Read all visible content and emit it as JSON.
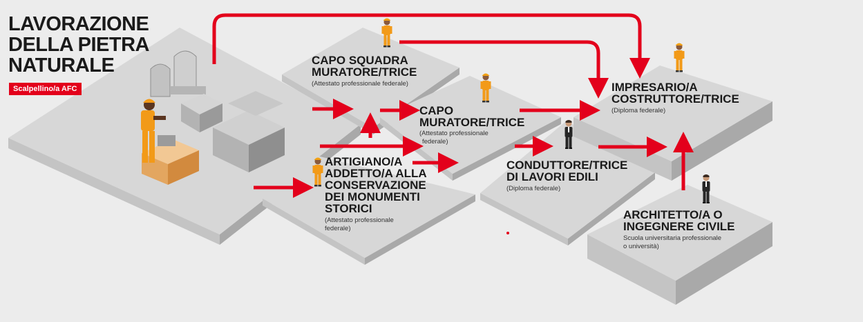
{
  "header": {
    "title_lines": [
      "LAVORAZIONE",
      "DELLA PIETRA",
      "NATURALE"
    ],
    "badge": "Scalpellino/a AFC"
  },
  "colors": {
    "accent": "#e3001b",
    "platform_top": "#d7d7d7",
    "platform_side": "#a9a9a9",
    "platform_front": "#c4c4c4",
    "background": "#ececec"
  },
  "careers": {
    "capo_squadra": {
      "title_lines": [
        "CAPO SQUADRA",
        "MURATORE/TRICE"
      ],
      "subtitle_lines": [
        "(Attestato professionale federale)"
      ]
    },
    "capo_muratore": {
      "title_lines": [
        "CAPO",
        "MURATORE/TRICE"
      ],
      "subtitle_lines": [
        "(Attestato professionale",
        "federale)"
      ]
    },
    "artigiano": {
      "title_lines": [
        "ARTIGIANO/A",
        "ADDETTO/A ALLA",
        "CONSERVAZIONE",
        "DEI MONUMENTI",
        "STORICI"
      ],
      "subtitle_lines": [
        "(Attestato professionale",
        "federale)"
      ]
    },
    "conduttore": {
      "title_lines": [
        "CONDUTTORE/TRICE",
        "DI LAVORI EDILI"
      ],
      "subtitle_lines": [
        "(Diploma federale)"
      ]
    },
    "impresario": {
      "title_lines": [
        "IMPRESARIO/A",
        "COSTRUTTORE/TRICE"
      ],
      "subtitle_lines": [
        "(Diploma federale)"
      ]
    },
    "architetto": {
      "title_lines": [
        "ARCHITETTO/A O",
        "INGEGNERE CIVILE"
      ],
      "subtitle_lines": [
        "Scuola universitaria professionale",
        "o università)"
      ]
    }
  },
  "icons": {
    "stonemason": "stonemason-worker-icon",
    "foreman": "construction-worker-icon",
    "engineer": "engineer-icon",
    "businessman": "businessman-icon",
    "gravestones": "gravestone-icon",
    "stone_blocks": "stone-block-icon"
  }
}
